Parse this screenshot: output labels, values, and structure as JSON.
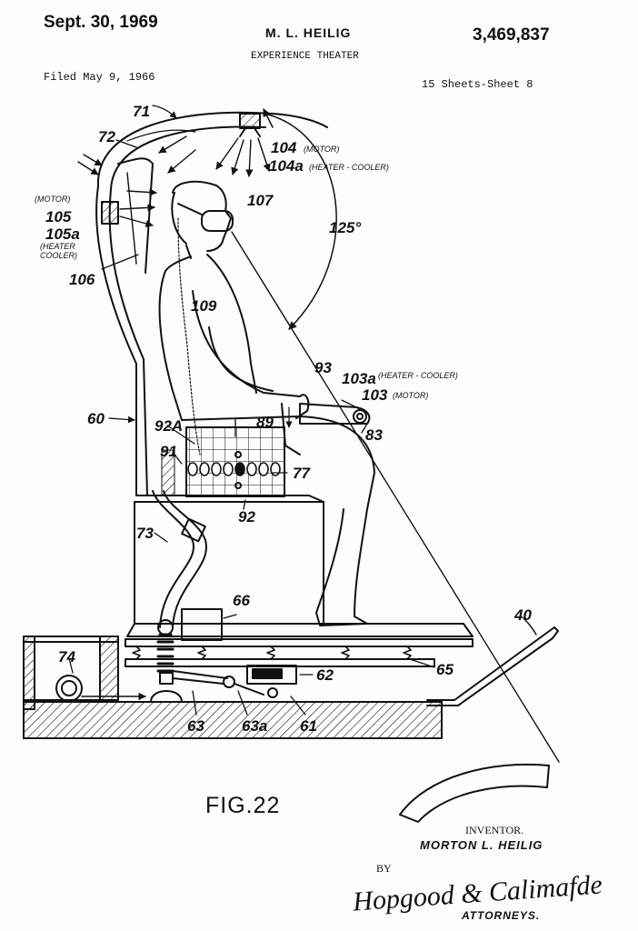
{
  "header": {
    "date": "Sept. 30, 1969",
    "inventor": "M. L. HEILIG",
    "patent_number": "3,469,837",
    "title": "EXPERIENCE THEATER",
    "filed": "Filed May 9, 1966",
    "sheets": "15 Sheets-Sheet 8"
  },
  "references": {
    "r71": "71",
    "r72": "72",
    "r104": "104",
    "r104_note": "(MOTOR)",
    "r104a": "104a",
    "r104a_note": "(HEATER - COOLER)",
    "r107": "107",
    "r125": "125°",
    "r105_note": "(MOTOR)",
    "r105": "105",
    "r105a": "105a",
    "r105a_note1": "(HEATER",
    "r105a_note2": "COOLER)",
    "r106": "106",
    "r109": "109",
    "r93": "93",
    "r103a": "103a",
    "r103a_note": "(HEATER - COOLER)",
    "r103": "103",
    "r103_note": "(MOTOR)",
    "r60": "60",
    "r92a": "92A",
    "r89": "89",
    "r83": "83",
    "r91": "91",
    "r77": "77",
    "r92": "92",
    "r73": "73",
    "r66": "66",
    "r40": "40",
    "r74": "74",
    "r62": "62",
    "r65": "65",
    "r63": "63",
    "r63a": "63a",
    "r61": "61"
  },
  "figure_label": "FIG.22",
  "footer": {
    "inventor_label": "INVENTOR.",
    "inventor_name": "MORTON L. HEILIG",
    "by": "BY",
    "signature": "Hopgood & Calimafde",
    "attorneys": "ATTORNEYS."
  }
}
